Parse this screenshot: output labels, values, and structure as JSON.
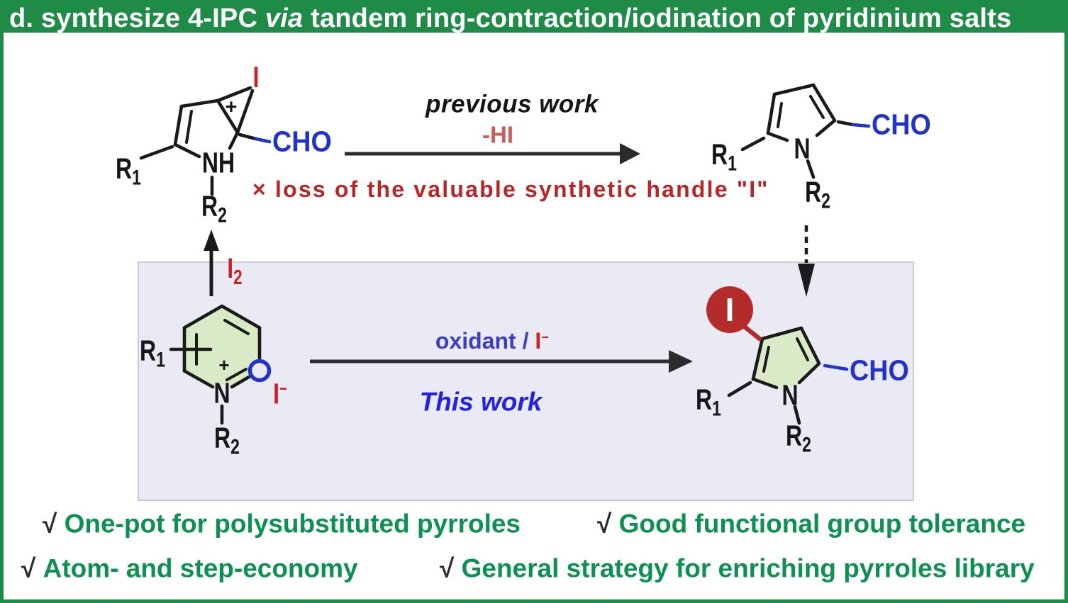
{
  "header": {
    "pre": "d. synthesize 4-IPC ",
    "italic": "via",
    "post": " tandem ring-contraction/iodination of pyridinium salts"
  },
  "colors": {
    "header_green": "#1e8c46",
    "benefit_green": "#0d9150",
    "red": "#cc2222",
    "circle_red": "#b32b2b",
    "cho_blue": "#2233cc",
    "this_work_blue": "#2121e8",
    "oxidant_blue": "#3d3dc4",
    "hi_salmon": "#cd5b5b",
    "warning_red": "#bb2525",
    "ring_fill_green": "#d8eac6",
    "box_fill": "#eaeaf4"
  },
  "atoms": {
    "r": "R",
    "sub1": "1",
    "sub2": "2",
    "n": "N",
    "nh": "NH",
    "cho": "CHO",
    "iodine": "I",
    "plus": "+"
  },
  "top_reaction": {
    "label": "previous work",
    "condition": "-HI",
    "warning_mark": "×",
    "warning_text": "loss of the valuable synthetic handle \"I\""
  },
  "bottom_reaction": {
    "condition_blue": "oxidant / ",
    "condition_red_main": "I",
    "condition_red_sup": "−",
    "label": "This work"
  },
  "i2_reagent": {
    "main": "I",
    "sub": "2"
  },
  "iodide": {
    "main": "I",
    "sup": "−"
  },
  "benefits": [
    {
      "check": "√",
      "text": "One-pot for polysubstituted pyrroles"
    },
    {
      "check": "√",
      "text": "Good functional group tolerance"
    },
    {
      "check": "√",
      "text": "Atom- and step-economy"
    },
    {
      "check": "√",
      "text": "General strategy for enriching pyrroles library"
    }
  ]
}
